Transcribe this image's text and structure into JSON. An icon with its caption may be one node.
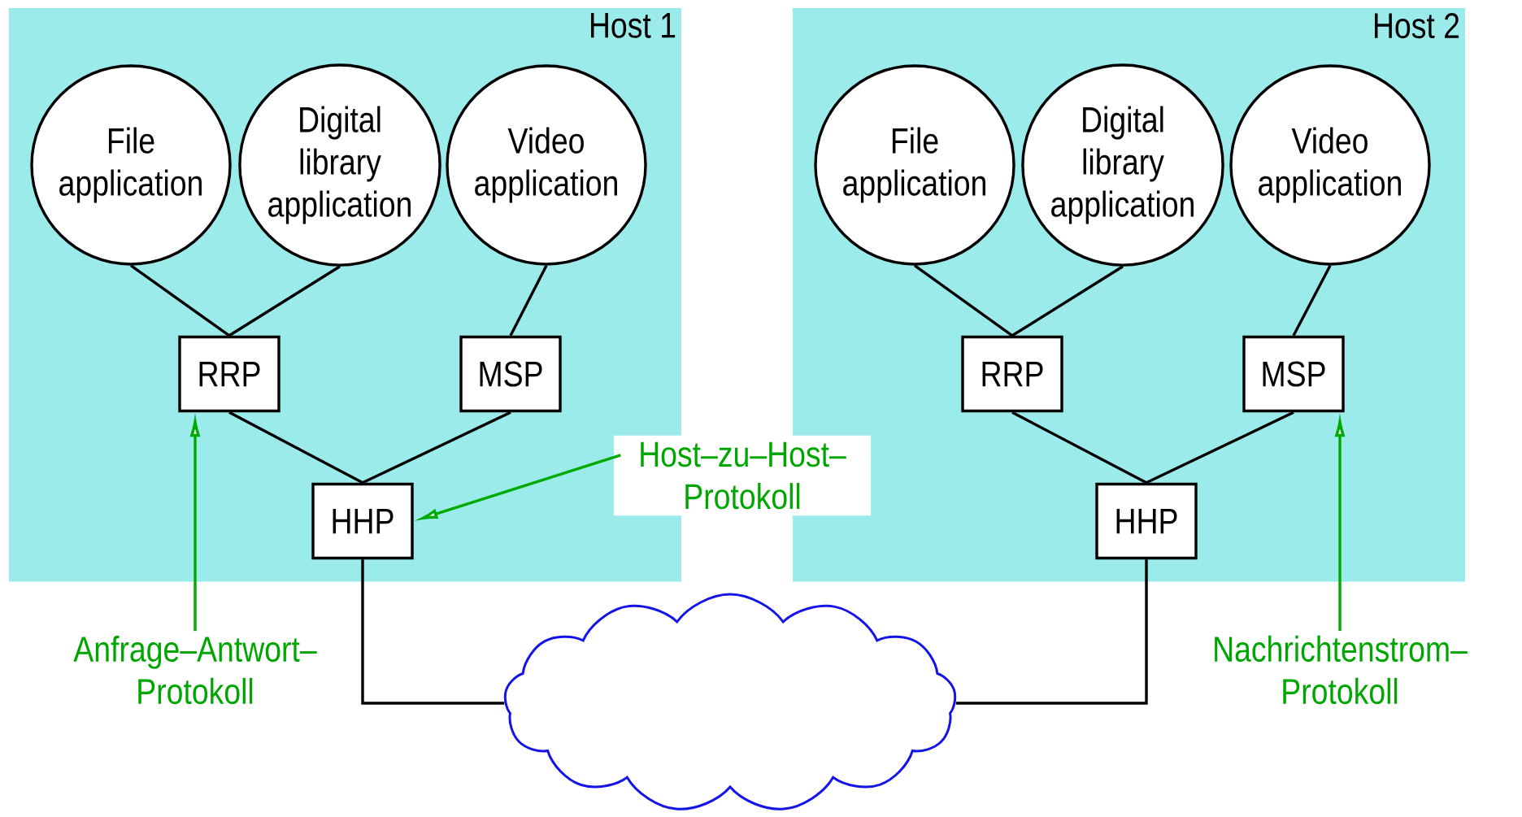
{
  "diagram": {
    "nodes": [
      {
        "text": [
          "Host 1"
        ]
      },
      {
        "text": [
          "File application"
        ],
        "in": 0
      },
      {
        "text": [
          "Digital library application"
        ],
        "in": 0
      },
      {
        "text": [
          "Video application"
        ],
        "in": 0
      },
      {
        "text": [
          "RRP"
        ],
        "in": 0
      },
      {
        "text": [
          "MSP"
        ],
        "in": 0
      },
      {
        "text": [
          "HHP"
        ],
        "in": 0
      },
      {
        "text": [
          "Host 2"
        ]
      },
      {
        "text": [
          "File application"
        ],
        "in": 7
      },
      {
        "text": [
          "Digital library application"
        ],
        "in": 7
      },
      {
        "text": [
          "Video application"
        ],
        "in": 7
      },
      {
        "text": [
          "RRP"
        ],
        "in": 7
      },
      {
        "text": [
          "MSP"
        ],
        "in": 7
      },
      {
        "text": [
          "HHP"
        ],
        "in": 7
      },
      {
        "text": [
          "Host–zu–Host– Protokoll"
        ]
      },
      {
        "text": [],
        "shape": "cloud"
      },
      {
        "text": [
          "Anfrage–Antwort– Protokoll"
        ]
      },
      {
        "text": [
          "Nachrichtenstrom– Protokoll"
        ]
      }
    ],
    "edges": [
      {
        "from": 1,
        "to": 4,
        "arrow": "none"
      },
      {
        "from": 2,
        "to": 4,
        "arrow": "none"
      },
      {
        "from": 3,
        "to": 5,
        "arrow": "none"
      },
      {
        "from": 4,
        "to": 6,
        "arrow": "none"
      },
      {
        "from": 5,
        "to": 6,
        "arrow": "none"
      },
      {
        "from": 8,
        "to": 11,
        "arrow": "none"
      },
      {
        "from": 9,
        "to": 11,
        "arrow": "none"
      },
      {
        "from": 10,
        "to": 12,
        "arrow": "none"
      },
      {
        "from": 11,
        "to": 13,
        "arrow": "none"
      },
      {
        "from": 12,
        "to": 13,
        "arrow": "none"
      },
      {
        "from": 6,
        "to": 15,
        "arrow": "none"
      },
      {
        "from": 13,
        "to": 15,
        "arrow": "none"
      },
      {
        "from": 14,
        "to": 6,
        "arrow": "to",
        "color": "#00aa00"
      },
      {
        "from": 16,
        "to": 4,
        "arrow": "to",
        "color": "#00aa00"
      },
      {
        "from": 17,
        "to": 12,
        "arrow": "to",
        "color": "#00aa00"
      }
    ]
  }
}
